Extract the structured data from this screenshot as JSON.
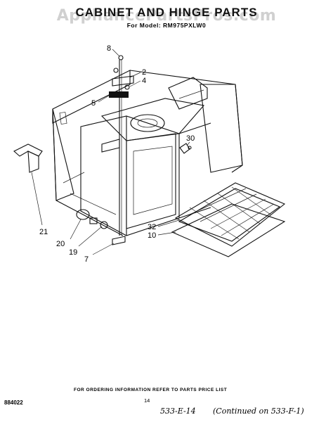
{
  "watermark": "AppliancePartsPros.com",
  "title": "CABINET AND HINGE PARTS",
  "model_line": "For Model: RM975PXLW0",
  "callouts": [
    "8",
    "2",
    "4",
    "5",
    "30",
    "21",
    "32",
    "10",
    "20",
    "19",
    "7"
  ],
  "footer": {
    "ordering_note": "FOR ORDERING INFORMATION REFER TO PARTS PRICE LIST",
    "doc_code": "884022",
    "page_number": "14",
    "handwritten_left": "533-E-14",
    "handwritten_right": "(Continued on 533-F-1)"
  }
}
